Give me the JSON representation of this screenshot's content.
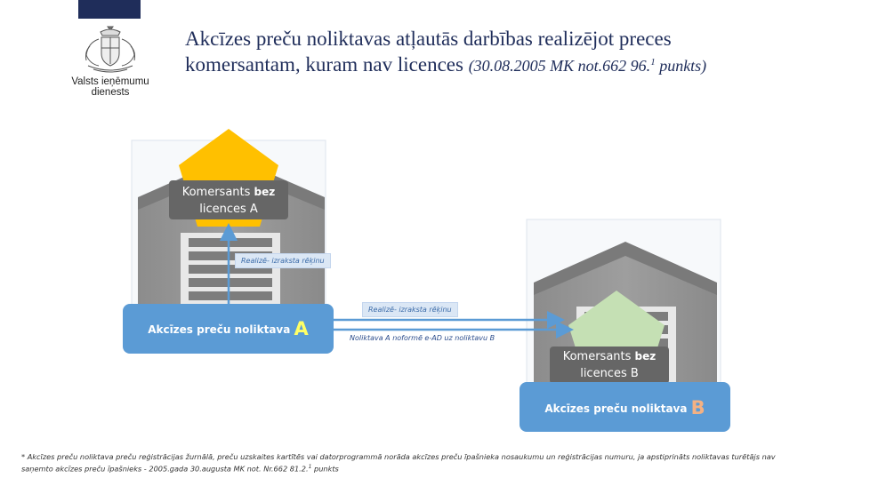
{
  "header": {
    "org_name_line1": "Valsts ieņēmumu",
    "org_name_line2": "dienests",
    "title_line1": "Akcīzes preču noliktavas atļautās darbības realizējot preces",
    "title_line2": "komersantam, kuram nav licences",
    "title_ref_prefix": "(30.08.2005 MK not.662 96.",
    "title_ref_sup": "1",
    "title_ref_suffix": " punkts)"
  },
  "diagram": {
    "merchant_a_line1": "Komersants ",
    "merchant_a_bold": "bez",
    "merchant_a_line2": "licences A",
    "warehouse_a_text": "Akcīzes preču noliktava ",
    "warehouse_a_letter": "A",
    "merchant_b_line1": "Komersants ",
    "merchant_b_bold": "bez",
    "merchant_b_line2": "licences B",
    "warehouse_b_text": "Akcīzes preču noliktava ",
    "warehouse_b_letter": "B",
    "callout_up": "Realizē- izraksta rēķinu",
    "callout_right": "Realizē- izraksta rēķinu",
    "note_ead": "Noliktava A noformē e-AD uz noliktavu B",
    "colors": {
      "warehouse_blue": "#5b9bd5",
      "merchant_box": "#666666",
      "pentagon_a": "#ffc000",
      "pentagon_b": "#c5e0b4",
      "letter_a": "#ffff66",
      "letter_b": "#f4b183"
    }
  },
  "footnote": {
    "line1": "*  Akcīzes preču noliktava preču reģistrācijas žurnālā, preču uzskaites kartītēs vai datorprogrammā norāda  akcīzes preču īpašnieka nosaukumu un reģistrācijas numuru, ja apstiprināts noliktavas turētājs nav",
    "line2_prefix": "saņemto akcīzes preču īpašnieks - 2005.gada 30.augusta MK not. Nr.662  81.2.",
    "line2_sup": "1",
    "line2_suffix": " punkts"
  }
}
